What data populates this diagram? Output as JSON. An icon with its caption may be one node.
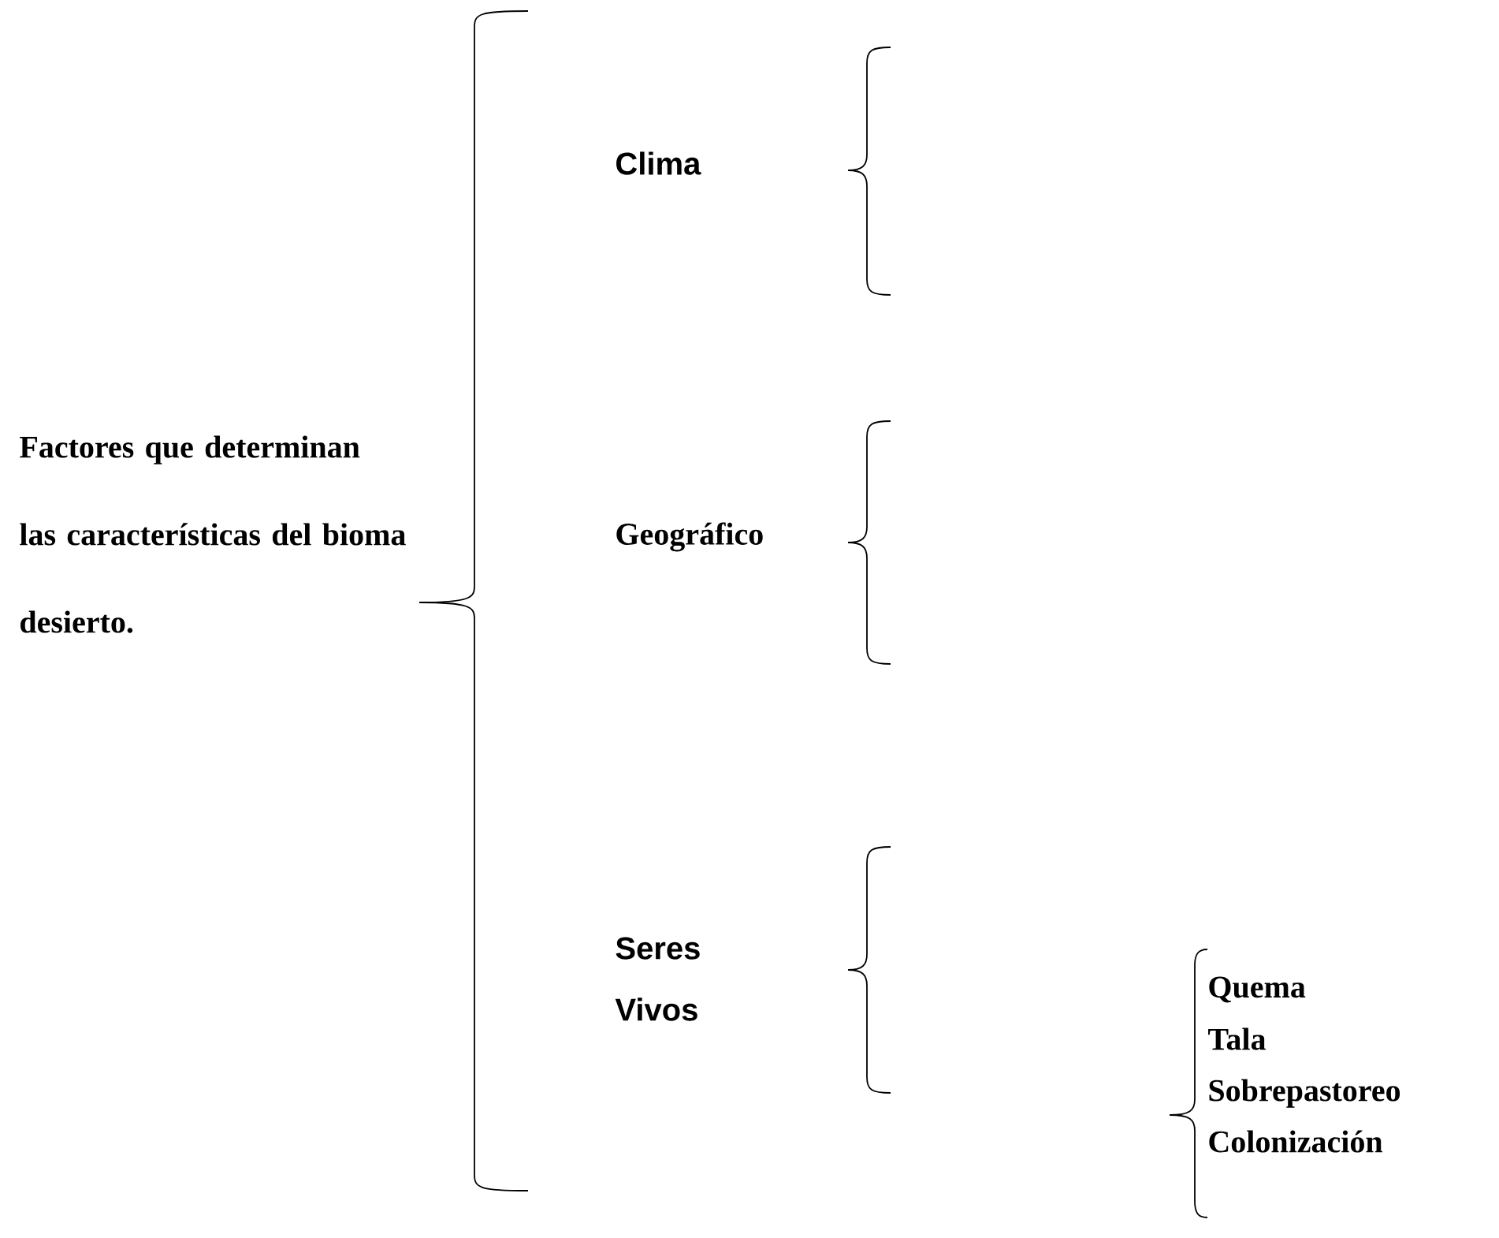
{
  "diagram": {
    "labels": [
      "Factores que determinan las características del bioma desierto.",
      "Clima",
      "Geográfico",
      "Seres Vivos",
      "Quema",
      "Tala",
      "Sobrepastoreo",
      "Colonización"
    ]
  }
}
